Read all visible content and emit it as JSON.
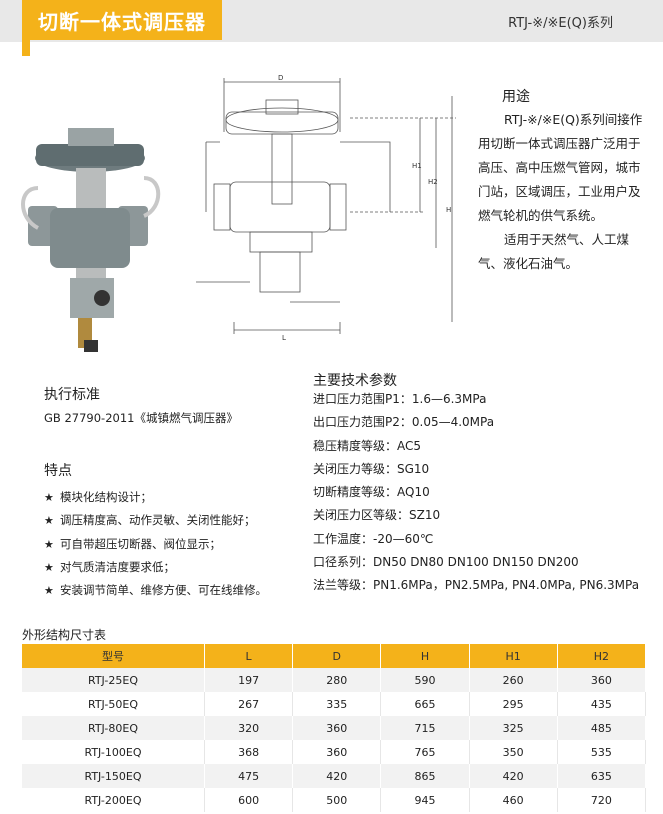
{
  "header": {
    "title": "切断一体式调压器",
    "series": "RTJ-※/※E(Q)系列"
  },
  "usage": {
    "title": "用途",
    "para1": "RTJ-※/※E(Q)系列间接作用切断一体式调压器广泛用于高压、高中压燃气管网，城市门站，区域调压，工业用户及燃气轮机的供气系统。",
    "para2": "适用于天然气、人工煤气、液化石油气。"
  },
  "drawing_labels": {
    "D": "D",
    "H": "H",
    "H1": "H1",
    "H2": "H2",
    "L": "L"
  },
  "standard": {
    "title": "执行标准",
    "text": "GB 27790-2011《城镇燃气调压器》"
  },
  "features": {
    "title": "特点",
    "bullet": "★",
    "items": [
      "模块化结构设计；",
      "调压精度高、动作灵敏、关闭性能好；",
      "可自带超压切断器、阀位显示；",
      "对气质清洁度要求低；",
      "安装调节简单、维修方便、可在线维修。"
    ]
  },
  "params": {
    "title": "主要技术参数",
    "items": [
      "进口压力范围P1：1.6—6.3MPa",
      "出口压力范围P2：0.05—4.0MPa",
      "稳压精度等级：AC5",
      "关闭压力等级：SG10",
      "切断精度等级：AQ10",
      "关闭压力区等级：SZ10",
      "工作温度：-20—60℃",
      "口径系列：DN50   DN80  DN100  DN150   DN200",
      "法兰等级：PN1.6MPa，PN2.5MPa, PN4.0MPa, PN6.3MPa"
    ]
  },
  "table": {
    "title": "外形结构尺寸表",
    "headers": [
      "型号",
      "L",
      "D",
      "H",
      "H1",
      "H2"
    ],
    "rows": [
      [
        "RTJ-25EQ",
        "197",
        "280",
        "590",
        "260",
        "360"
      ],
      [
        "RTJ-50EQ",
        "267",
        "335",
        "665",
        "295",
        "435"
      ],
      [
        "RTJ-80EQ",
        "320",
        "360",
        "715",
        "325",
        "485"
      ],
      [
        "RTJ-100EQ",
        "368",
        "360",
        "765",
        "350",
        "535"
      ],
      [
        "RTJ-150EQ",
        "475",
        "420",
        "865",
        "420",
        "635"
      ],
      [
        "RTJ-200EQ",
        "600",
        "500",
        "945",
        "460",
        "720"
      ]
    ]
  },
  "colors": {
    "accent": "#f4b21a",
    "header_bg": "#e8e8e8",
    "row_alt": "#f2f2f2"
  }
}
